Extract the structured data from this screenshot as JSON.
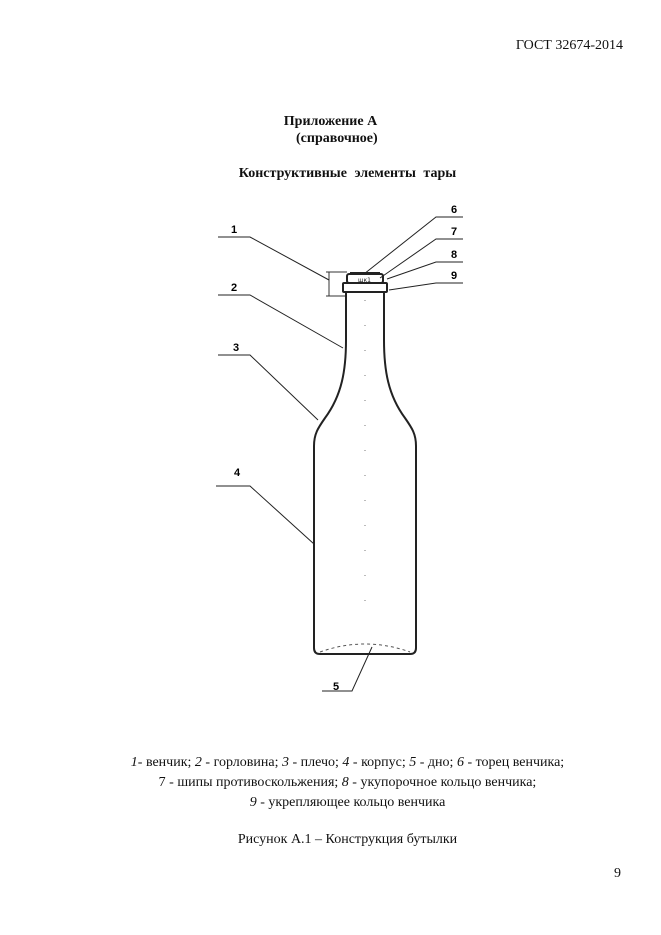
{
  "header": {
    "doc_code": "ГОСТ 32674-2014"
  },
  "appendix": {
    "title": "Приложение А",
    "note": "(справочное)"
  },
  "figure": {
    "heading": "Конструктивные элементы тары",
    "callouts": [
      "1",
      "2",
      "3",
      "4",
      "5",
      "6",
      "7",
      "8",
      "9"
    ],
    "legend": {
      "line1": [
        {
          "num": "1",
          "text": "- венчик; "
        },
        {
          "num": "2",
          "text": " - горловина; "
        },
        {
          "num": "3",
          "text": " - плечо; "
        },
        {
          "num": "4",
          "text": " - корпус; "
        },
        {
          "num": "5",
          "text": " - дно; "
        },
        {
          "num": "6",
          "text": " - торец венчика;"
        }
      ],
      "line2": [
        {
          "num": "",
          "text": "7 - шипы противоскольжения; "
        },
        {
          "num": "8",
          "text": " - укупорочное кольцо венчика;"
        }
      ],
      "line3": [
        {
          "num": "9",
          "text": " - укрепляющее кольцо венчика"
        }
      ]
    },
    "caption": "Рисунок А.1 – Конструкция бутылки"
  },
  "page_number": "9"
}
